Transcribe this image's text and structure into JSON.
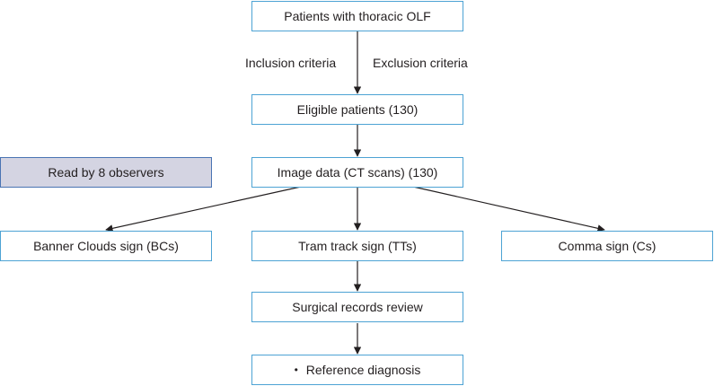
{
  "nodes": {
    "patients": "Patients with thoracic OLF",
    "eligible": "Eligible patients (130)",
    "image_data": "Image data (CT scans) (130)",
    "observers": "Read by 8 observers",
    "banner": "Banner Clouds sign (BCs)",
    "tram": "Tram track sign (TTs)",
    "comma": "Comma sign (Cs)",
    "surgical": "Surgical records review",
    "reference": "Reference diagnosis"
  },
  "edge_labels": {
    "inclusion": "Inclusion criteria",
    "exclusion": "Exclusion criteria"
  },
  "bullet": "•",
  "colors": {
    "box_border": "#4da3d4",
    "highlight_fill": "#d4d4e2",
    "highlight_border": "#4a74b3",
    "arrow": "#231f20",
    "text": "#231f20"
  }
}
